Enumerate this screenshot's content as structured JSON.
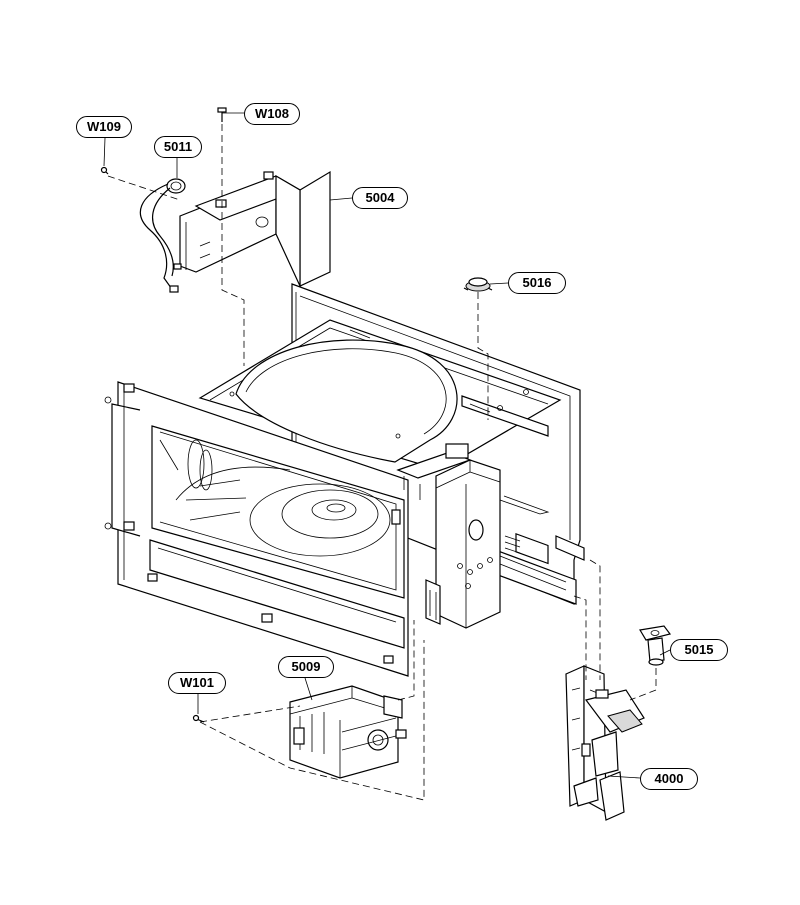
{
  "callouts": [
    {
      "id": "w109",
      "label": "W109"
    },
    {
      "id": "w108",
      "label": "W108"
    },
    {
      "id": "p5011",
      "label": "5011"
    },
    {
      "id": "p5004",
      "label": "5004"
    },
    {
      "id": "p5016",
      "label": "5016"
    },
    {
      "id": "p5015",
      "label": "5015"
    },
    {
      "id": "w101",
      "label": "W101"
    },
    {
      "id": "p5009",
      "label": "5009"
    },
    {
      "id": "p4000",
      "label": "4000"
    }
  ]
}
